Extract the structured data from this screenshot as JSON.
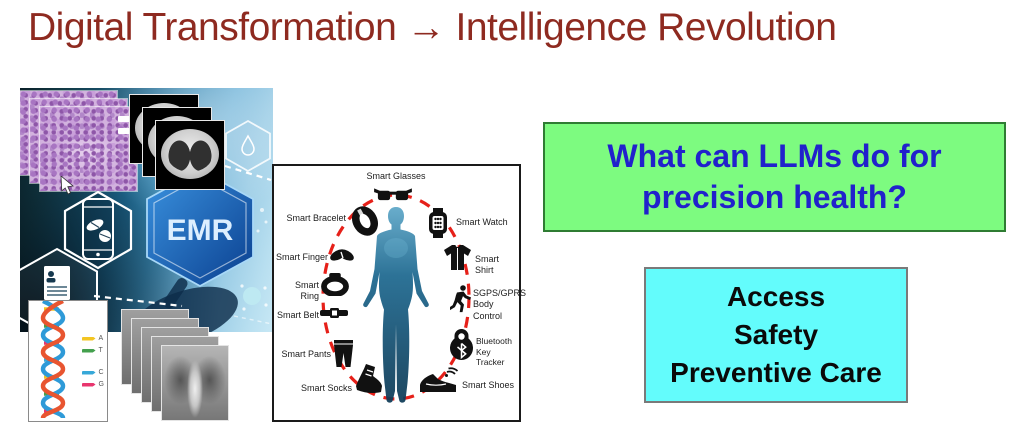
{
  "slide": {
    "title": "Digital Transformation → Intelligence Revolution"
  },
  "colors": {
    "title-text": "#8e2a20",
    "question-bg": "#7dfb80",
    "question-border": "#2f7c33",
    "question-text": "#2121cc",
    "values-bg": "#63fcfc",
    "values-border": "#7a7a7a",
    "values-text": "#0a0a0a",
    "ring-dash": "#e62019",
    "dna-a": "#f3c522",
    "dna-t": "#44a04e",
    "dna-c": "#37a8d8",
    "dna-g": "#e8356e"
  },
  "collage": {
    "emr_label": "EMR",
    "dna_legend": [
      {
        "base": "A"
      },
      {
        "base": "T"
      },
      {
        "base": "C"
      },
      {
        "base": "G"
      }
    ]
  },
  "wearables": {
    "items": [
      {
        "label": "Smart Glasses",
        "icon": "smart-glasses-icon"
      },
      {
        "label": "Smart Bracelet",
        "icon": "smart-bracelet-icon"
      },
      {
        "label": "Smart Watch",
        "icon": "smart-watch-icon"
      },
      {
        "label": "Smart Finger",
        "icon": "smart-finger-icon"
      },
      {
        "label": "Smart Shirt",
        "icon": "smart-shirt-icon"
      },
      {
        "label": "Smart Ring",
        "icon": "smart-ring-icon"
      },
      {
        "label": "SGPS/GPRS Body Control",
        "icon": "gps-body-control-icon"
      },
      {
        "label": "Smart Belt",
        "icon": "smart-belt-icon"
      },
      {
        "label": "Bluetooth Key Tracker",
        "icon": "bluetooth-key-tracker-icon"
      },
      {
        "label": "Smart Pants",
        "icon": "smart-pants-icon"
      },
      {
        "label": "Smart Socks",
        "icon": "smart-socks-icon"
      },
      {
        "label": "Smart Shoes",
        "icon": "smart-shoes-icon"
      }
    ]
  },
  "callouts": {
    "question": {
      "text": "What can LLMs do for precision health?"
    },
    "values": {
      "lines": [
        "Access",
        "Safety",
        "Preventive Care"
      ]
    }
  }
}
